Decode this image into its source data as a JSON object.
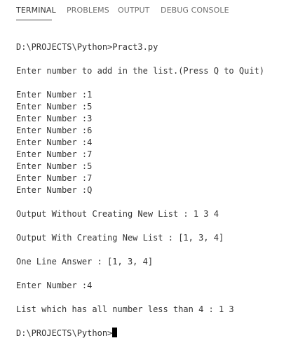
{
  "tabs": [
    {
      "label": "TERMINAL",
      "active": true
    },
    {
      "label": "PROBLEMS",
      "active": false
    },
    {
      "label": "OUTPUT",
      "active": false
    },
    {
      "label": "DEBUG CONSOLE",
      "active": false
    }
  ],
  "terminal": {
    "command_line": "D:\\PROJECTS\\Python>Pract3.py",
    "intro": "Enter number to add in the list.(Press Q to Quit)",
    "inputs": [
      "Enter Number :1",
      "Enter Number :5",
      "Enter Number :3",
      "Enter Number :6",
      "Enter Number :4",
      "Enter Number :7",
      "Enter Number :5",
      "Enter Number :7",
      "Enter Number :Q"
    ],
    "output_without": "Output Without Creating New List : 1 3 4",
    "output_with": "Output With Creating New List : [1, 3, 4]",
    "one_line": "One Line Answer : [1, 3, 4]",
    "enter_number": "Enter Number :4",
    "less_than": "List which has all number less than 4 : 1 3",
    "prompt": "D:\\PROJECTS\\Python>"
  },
  "colors": {
    "background": "#ffffff",
    "text": "#333333",
    "tab_inactive": "#6f6f6f",
    "cursor": "#000000"
  }
}
